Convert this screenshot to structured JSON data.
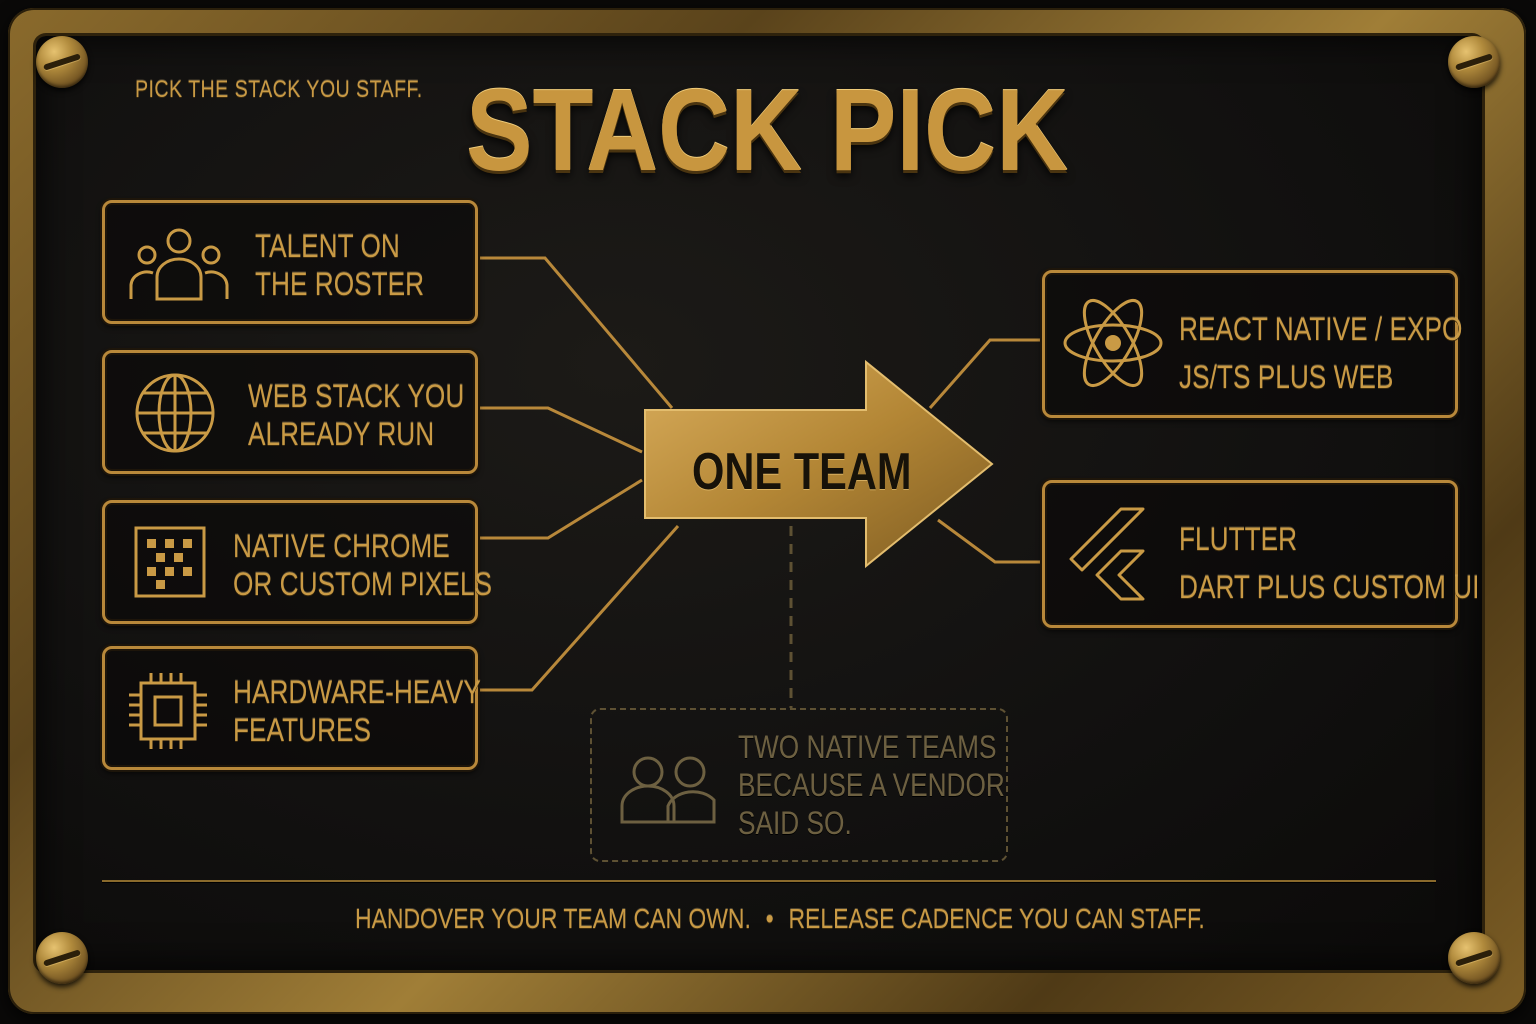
{
  "tagline": "PICK THE STACK YOU STAFF.",
  "title": "STACK PICK",
  "inputs": [
    {
      "icon": "people-icon",
      "lines": [
        "TALENT ON",
        "THE ROSTER"
      ]
    },
    {
      "icon": "globe-icon",
      "lines": [
        "WEB STACK YOU",
        "ALREADY RUN"
      ]
    },
    {
      "icon": "pixel-grid-icon",
      "lines": [
        "NATIVE CHROME",
        "OR CUSTOM PIXELS"
      ]
    },
    {
      "icon": "chip-icon",
      "lines": [
        "HARDWARE-HEAVY",
        "FEATURES"
      ]
    }
  ],
  "center": {
    "label": "ONE TEAM"
  },
  "outputs": [
    {
      "icon": "react-atom-icon",
      "lines": [
        "REACT NATIVE / EXPO",
        "JS/TS PLUS WEB"
      ]
    },
    {
      "icon": "flutter-icon",
      "lines": [
        "FLUTTER",
        "DART PLUS CUSTOM UI"
      ]
    }
  ],
  "rejected": {
    "icon": "two-people-icon",
    "lines": [
      "TWO NATIVE TEAMS",
      "BECAUSE A VENDOR",
      "SAID SO."
    ]
  },
  "footer": {
    "left": "HANDOVER YOUR TEAM CAN OWN.",
    "separator": "•",
    "right": "RELEASE CADENCE YOU CAN STAFF."
  },
  "colors": {
    "brass": "#c99a45",
    "plate": "#121110",
    "muted": "#6d6041"
  }
}
